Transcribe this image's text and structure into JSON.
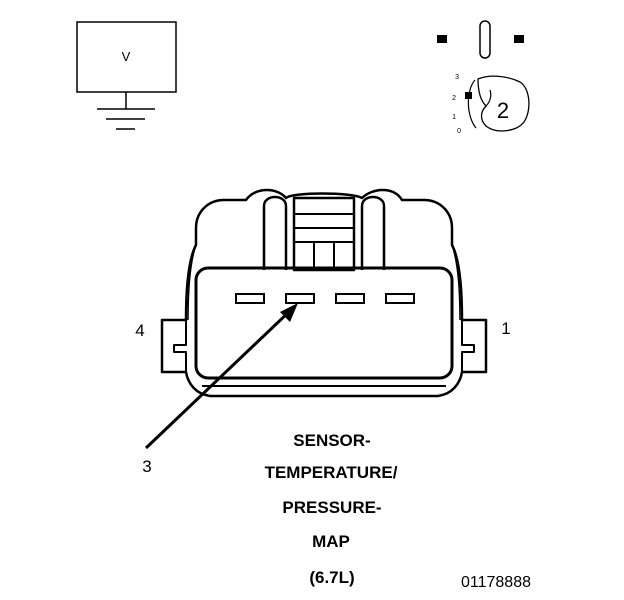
{
  "voltmeter": {
    "symbol": "V"
  },
  "position_dial": {
    "scale_labels": [
      "3",
      "2",
      "1",
      "0"
    ],
    "selected_position": "2"
  },
  "connector": {
    "pin_labels": {
      "left_end": "4",
      "right_end": "1",
      "callout": "3"
    }
  },
  "title_lines": [
    "SENSOR-",
    "TEMPERATURE/",
    "PRESSURE-",
    "MAP",
    "(6.7L)"
  ],
  "figure_id": "01178888"
}
